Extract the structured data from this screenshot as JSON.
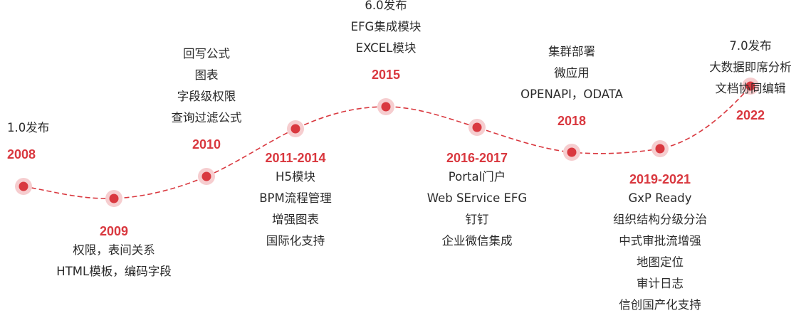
{
  "colors": {
    "accent": "#d9383f",
    "halo": "#f6cdcf",
    "text": "#2b2b2b"
  },
  "milestones": [
    {
      "year": "2008",
      "notes": [
        "1.0发布"
      ],
      "side": "above"
    },
    {
      "year": "2009",
      "notes": [
        "权限，表间关系",
        "HTML模板，编码字段"
      ],
      "side": "below"
    },
    {
      "year": "2010",
      "notes": [
        "回写公式",
        "图表",
        "字段级权限",
        "查询过滤公式"
      ],
      "side": "above"
    },
    {
      "year": "2011-2014",
      "notes": [
        "H5模块",
        "BPM流程管理",
        "增强图表",
        "国际化支持"
      ],
      "side": "below"
    },
    {
      "year": "2015",
      "notes": [
        "6.0发布",
        "EFG集成模块",
        "EXCEL模块"
      ],
      "side": "above"
    },
    {
      "year": "2016-2017",
      "notes": [
        "Portal门户",
        "Web SErvice EFG",
        "钉钉",
        "企业微信集成"
      ],
      "side": "below"
    },
    {
      "year": "2018",
      "notes": [
        "集群部署",
        "微应用",
        "OPENAPI，ODATA"
      ],
      "side": "above"
    },
    {
      "year": "2019-2021",
      "notes": [
        "GxP Ready",
        "组织结构分级分治",
        "中式审批流增强",
        "地图定位",
        "审计日志",
        "信创国产化支持"
      ],
      "side": "below"
    },
    {
      "year": "2022",
      "notes": [
        "7.0发布",
        "大数据即席分析",
        "文档协同编辑"
      ],
      "side": "above"
    }
  ]
}
